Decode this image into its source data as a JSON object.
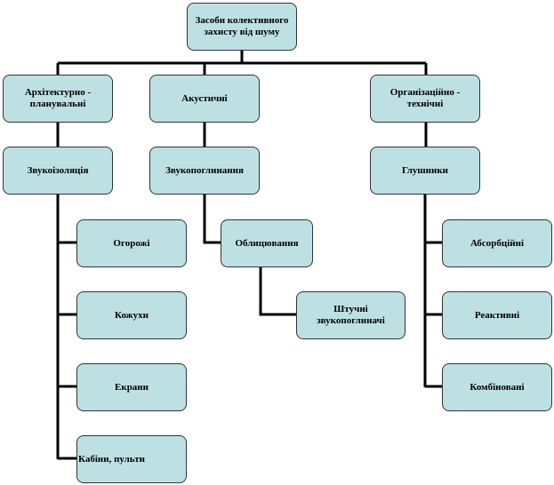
{
  "root": "Засоби колективного захисту від шуму",
  "branches": [
    {
      "label": "Архітектурно - планувальні",
      "sub": "Звукоізоляція",
      "items": [
        "Огорожі",
        "Кожухи",
        "Екрани",
        "Кабіни, пульти"
      ]
    },
    {
      "label": "Акустичні",
      "sub": "Звукопоглинання",
      "items": [
        "Облицювання",
        "Штучні звукопоглиначі"
      ]
    },
    {
      "label": "Організаційно - технічні",
      "sub": "Глушники",
      "items": [
        "Абсорбційні",
        "Реактивні",
        "Комбіновані"
      ]
    }
  ]
}
